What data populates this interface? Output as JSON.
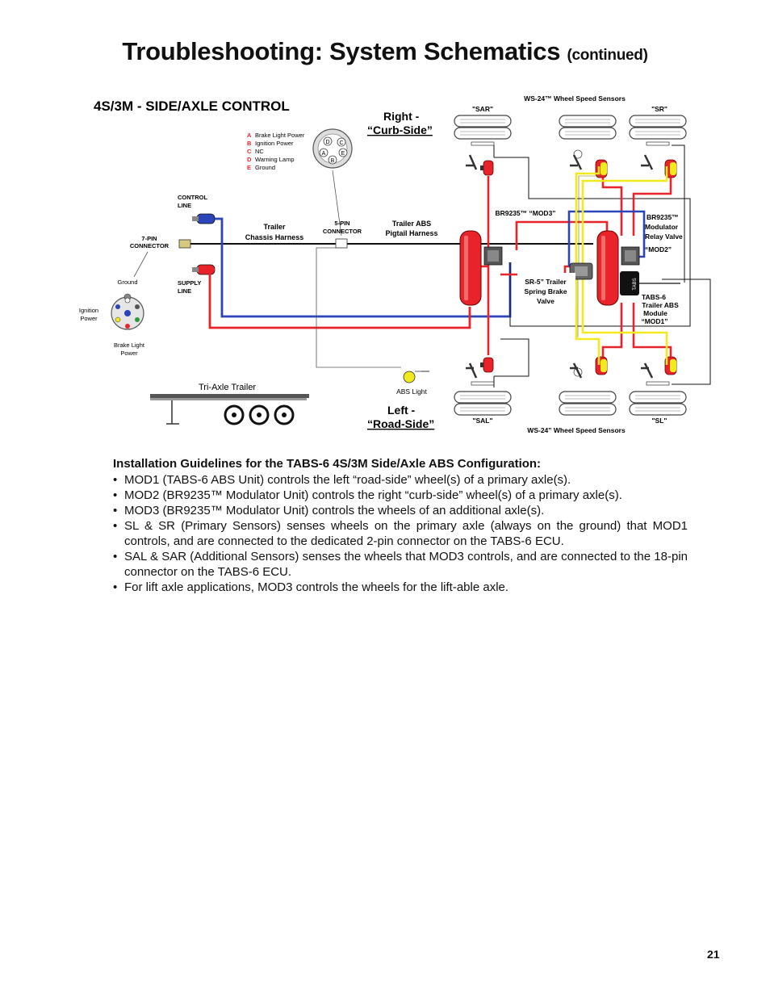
{
  "page": {
    "title": "Troubleshooting: System Schematics",
    "title_suffix": "(continued)",
    "page_number": "21"
  },
  "diagram": {
    "heading": "4S/3M - SIDE/AXLE CONTROL",
    "right_side": [
      "Right -",
      "“Curb-Side”"
    ],
    "left_side": [
      "Left -",
      "“Road-Side”"
    ],
    "pin_legend": [
      {
        "letter": "A",
        "label": "Brake Light Power"
      },
      {
        "letter": "B",
        "label": "Ignition Power"
      },
      {
        "letter": "C",
        "label": "NC"
      },
      {
        "letter": "D",
        "label": "Warning Lamp"
      },
      {
        "letter": "E",
        "label": "Ground"
      }
    ],
    "connector_pins": [
      "A",
      "B",
      "C",
      "D",
      "E"
    ],
    "control_line": [
      "CONTROL",
      "LINE"
    ],
    "supply_line": [
      "SUPPLY",
      "LINE"
    ],
    "seven_pin": [
      "7-PIN",
      "CONNECTOR"
    ],
    "five_pin": [
      "5-PIN",
      "CONNECTOR"
    ],
    "trailer_harness": [
      "Trailer",
      "Chassis Harness"
    ],
    "abs_harness": [
      "Trailer ABS",
      "Pigtail Harness"
    ],
    "ground": "Ground",
    "ignition": [
      "Ignition",
      "Power"
    ],
    "brake_light": [
      "Brake Light",
      "Power"
    ],
    "tri_axle": "Tri-Axle Trailer",
    "abs_light": "ABS Light",
    "ws_top": "WS-24™ Wheel Speed Sensors",
    "ws_bottom": "WS-24” Wheel Speed Sensors",
    "sar": "\"SAR\"",
    "sr": "\"SR\"",
    "sal": "\"SAL\"",
    "sl": "\"SL\"",
    "mod3": "BR9235™ “MOD3”",
    "mod2_label": [
      "BR9235™",
      "Modulator",
      "Relay Valve"
    ],
    "mod2": "“MOD2”",
    "sr5": [
      "SR-5” Trailer",
      "Spring Brake",
      "Valve"
    ],
    "tabs": [
      "TABS-6",
      "Trailer ABS",
      "Module",
      "“MOD1”"
    ],
    "tabs_box": "TABS"
  },
  "colors": {
    "red": "#e8232a",
    "blue": "#2b44b8",
    "yellow": "#f2ea1d",
    "black": "#111111",
    "legend_letter": "#e8232a"
  },
  "guidelines": {
    "heading": "Installation Guidelines for the TABS-6 4S/3M Side/Axle ABS Configuration:",
    "items": [
      "MOD1 (TABS-6 ABS Unit) controls the left “road-side” wheel(s) of a primary axle(s).",
      "MOD2 (BR9235™ Modulator Unit) controls the right “curb-side” wheel(s) of a primary axle(s).",
      "MOD3 (BR9235™ Modulator Unit)  controls the wheels of an additional axle(s).",
      "SL & SR (Primary Sensors) senses wheels on the primary axle (always on the ground) that MOD1 controls, and are connected to the dedicated 2-pin connector on the TABS-6 ECU.",
      "SAL & SAR (Additional Sensors) senses the wheels that MOD3 controls, and are connected to the 18-pin connector on the TABS-6 ECU.",
      "For lift axle applications, MOD3 controls the wheels for the lift-able axle."
    ]
  }
}
